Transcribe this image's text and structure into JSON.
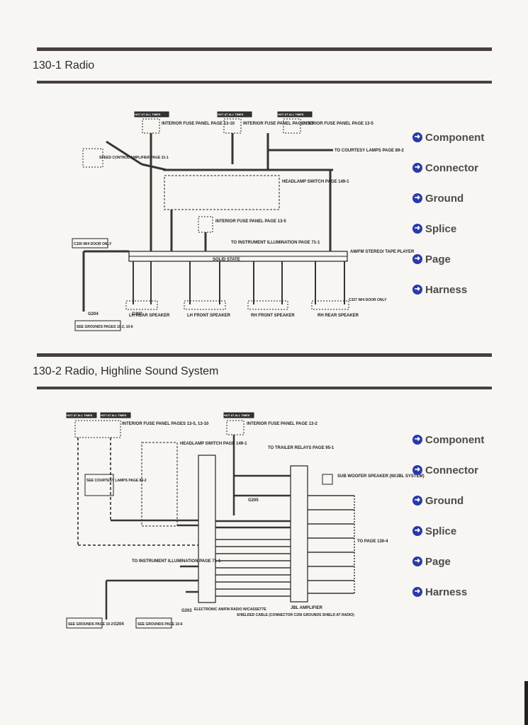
{
  "sections": [
    {
      "title": "130-1 Radio",
      "legend": [
        "Component",
        "Connector",
        "Ground",
        "Splice",
        "Page",
        "Harness"
      ],
      "labels": {
        "hot1": "HOT AT ALL TIMES",
        "hot2": "HOT AT ALL TIMES",
        "hot3": "HOT AT ALL TIMES",
        "fuse1": "INTERIOR FUSE PANEL PAGE 13-10",
        "fuse2": "INTERIOR FUSE PANEL PAGE 13-5",
        "fuse3": "INTERIOR FUSE PANEL PAGE 13-5",
        "amp": "SPEED CONTROL AMPLIFIER PAGE 31-1",
        "courtesy": "TO COURTESY LAMPS PAGE 89-2",
        "headlamp": "HEADLAMP SWITCH PAGE 149-1",
        "fuse4": "INTERIOR FUSE PANEL PAGE 13-5",
        "illum": "TO INSTRUMENT ILLUMINATION PAGE 71-1",
        "radio": "AM/FM STEREO/ TAPE PLAYER",
        "solid": "SOLID STATE",
        "door": "C326 W/4 DOOR ONLY",
        "door2": "C327 W/4 DOOR ONLY",
        "lhrear": "LH REAR SPEAKER",
        "lhfront": "LH FRONT SPEAKER",
        "rhfront": "RH FRONT SPEAKER",
        "rhrear": "RH REAR SPEAKER",
        "grounds": "SEE GROUNDS PAGES 10-2, 10-6",
        "g204": "G204",
        "g202": "G202"
      }
    },
    {
      "title": "130-2 Radio, Highline Sound System",
      "legend": [
        "Component",
        "Connector",
        "Ground",
        "Splice",
        "Page",
        "Harness"
      ],
      "labels": {
        "hot1": "HOT AT ALL TIMES",
        "hot2": "HOT AT ALL TIMES",
        "hot3": "HOT AT ALL TIMES",
        "fuse1": "INTERIOR FUSE PANEL PAGES 13-5, 13-10",
        "fuse2": "INTERIOR FUSE PANEL PAGE 13-2",
        "headlamp": "HEADLAMP SWITCH PAGE 149-1",
        "courtesy": "SEE COURTESY LAMPS PAGE 89-2",
        "trailer": "TO TRAILER RELAYS PAGE 95-1",
        "subwoofer": "SUB WOOFER SPEAKER (W/JBL SYSTEM)",
        "illum": "TO INSTRUMENT ILLUMINATION PAGE 71-1",
        "radio": "ELECTRONIC AM/FM RADIO W/CASSETTE",
        "shield": "SHIELDED CABLE (CONNECTOR C256 GROUNDS SHIELD AT RADIO)",
        "jbl": "JBL AMPLIFIER",
        "topage": "TO PAGE 130-4",
        "grounds1": "SEE GROUNDS PAGE 10-2",
        "grounds2": "SEE GROUNDS PAGE 10-6",
        "g204": "G204",
        "g202": "G202",
        "g205": "G205"
      }
    }
  ]
}
